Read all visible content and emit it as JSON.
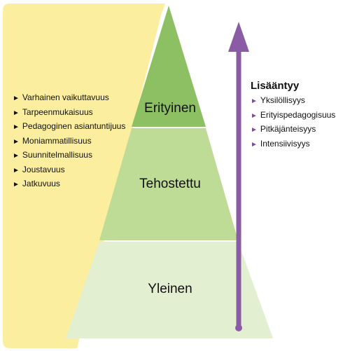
{
  "pyramid": {
    "tiers": [
      {
        "label": "Erityinen",
        "color": "#8dc063"
      },
      {
        "label": "Tehostettu",
        "color": "#bfdc96"
      },
      {
        "label": "Yleinen",
        "color": "#e3efd1"
      }
    ]
  },
  "left_panel": {
    "color": "#fcee9f",
    "items": [
      "Varhainen vaikuttavuus",
      "Tarpeenmukaisuus",
      "Pedagoginen asiantuntijuus",
      "Moniammatillisuus",
      "Suunnitelmallisuus",
      "Joustavuus",
      "Jatkuvuus"
    ]
  },
  "arrow": {
    "color": "#8b5ca6"
  },
  "right_panel": {
    "title": "Lisääntyy",
    "items": [
      "Yksilöllisyys",
      "Erityispedagogisuus",
      "Pitkäjänteisyys",
      "Intensiivisyys"
    ]
  }
}
